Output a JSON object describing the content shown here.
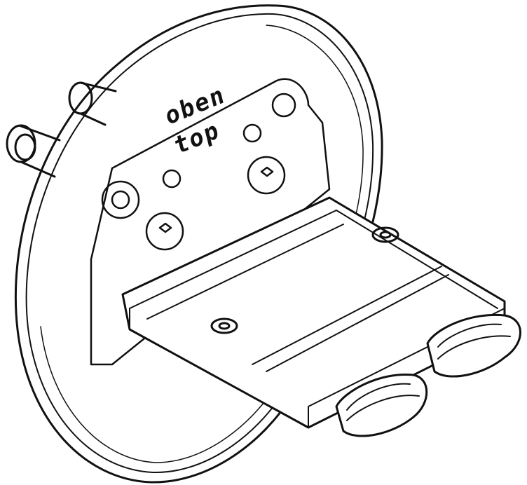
{
  "drawing": {
    "type": "technical line drawing",
    "subject": "concealed valve body / mixer cartridge housing with mounting plate",
    "labels": {
      "line1": "oben",
      "line2": "top"
    },
    "colors": {
      "line": "#111111",
      "background": "#ffffff"
    }
  }
}
